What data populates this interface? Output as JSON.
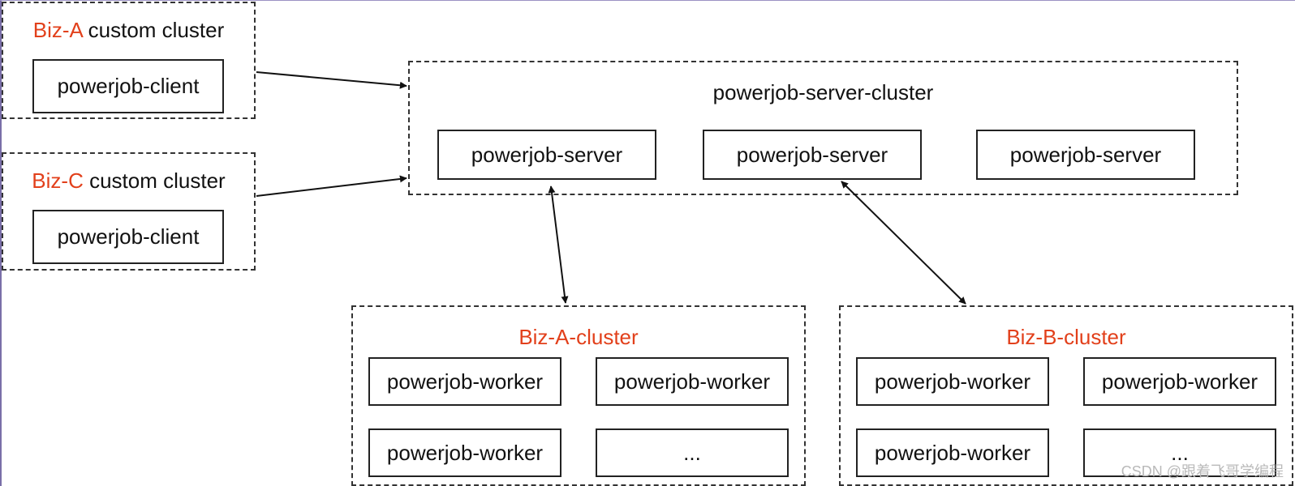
{
  "client_groups": {
    "a": {
      "name": "Biz-A",
      "suffix": " custom cluster",
      "client": "powerjob-client"
    },
    "c": {
      "name": "Biz-C",
      "suffix": " custom cluster",
      "client": "powerjob-client"
    }
  },
  "server_cluster": {
    "title": "powerjob-server-cluster",
    "servers": [
      "powerjob-server",
      "powerjob-server",
      "powerjob-server"
    ]
  },
  "worker_clusters": {
    "a": {
      "title": "Biz-A-cluster",
      "workers": [
        "powerjob-worker",
        "powerjob-worker",
        "powerjob-worker",
        "..."
      ]
    },
    "b": {
      "title": "Biz-B-cluster",
      "workers": [
        "powerjob-worker",
        "powerjob-worker",
        "powerjob-worker",
        "..."
      ]
    }
  },
  "watermark": "CSDN @跟着飞哥学编程",
  "colors": {
    "accent": "#e2401b",
    "line": "#111111",
    "dashed_border": "#333333"
  }
}
